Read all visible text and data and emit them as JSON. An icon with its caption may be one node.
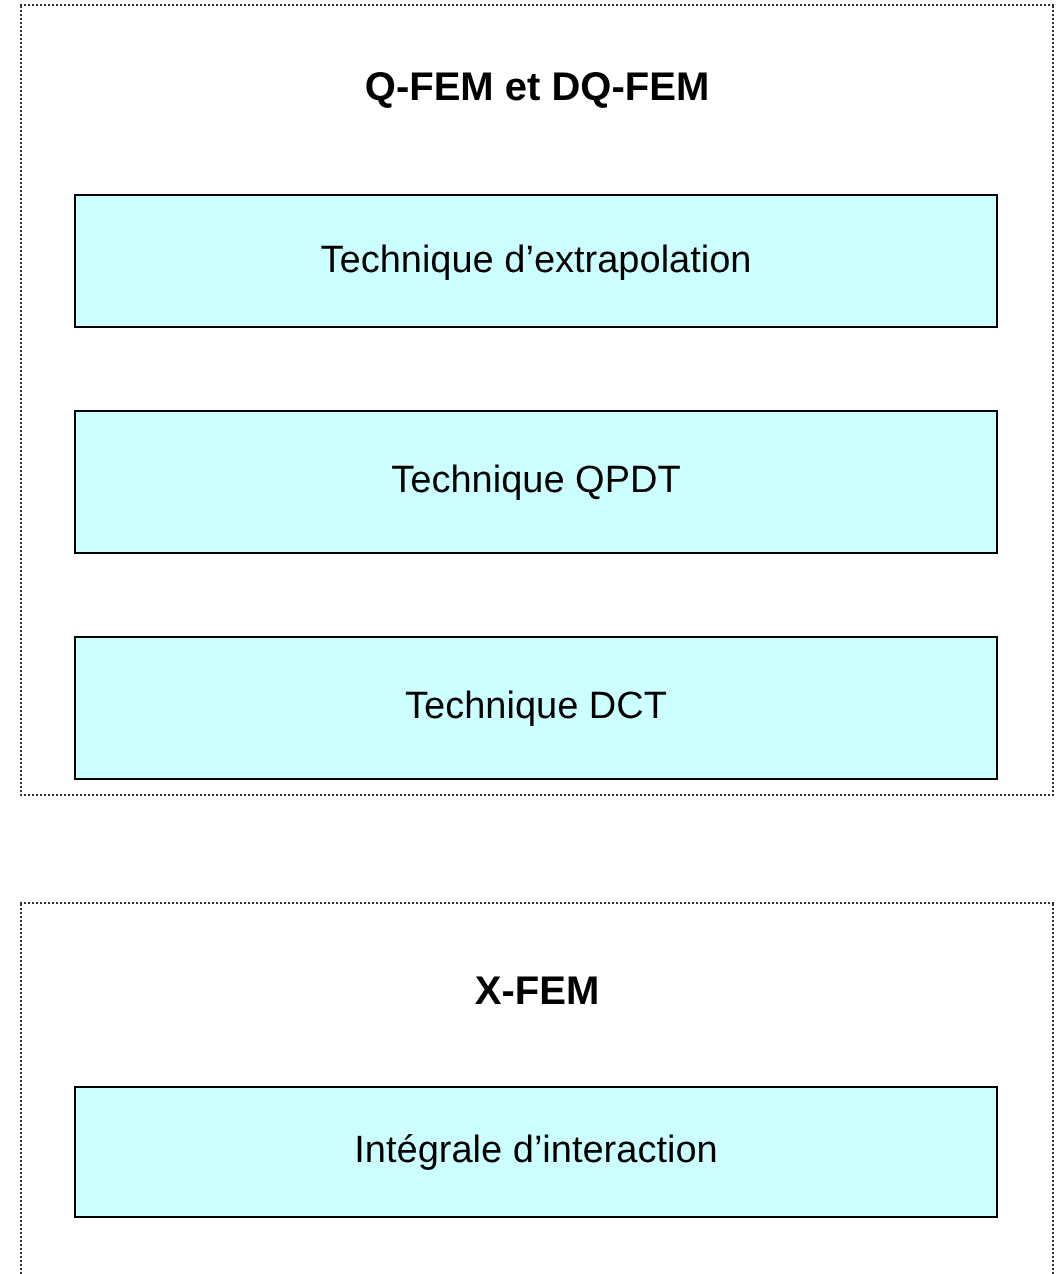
{
  "diagram": {
    "nodes": [
      {
        "text": [
          "Q-FEM et DQ-FEM"
        ]
      },
      {
        "text": [
          "Technique d’extrapolation"
        ],
        "in": 0
      },
      {
        "text": [
          "Technique QPDT"
        ],
        "in": 0
      },
      {
        "text": [
          "Technique DCT"
        ],
        "in": 0
      },
      {
        "text": [
          "X-FEM"
        ]
      },
      {
        "text": [
          "Intégrale d’interaction"
        ],
        "in": 4
      }
    ]
  }
}
